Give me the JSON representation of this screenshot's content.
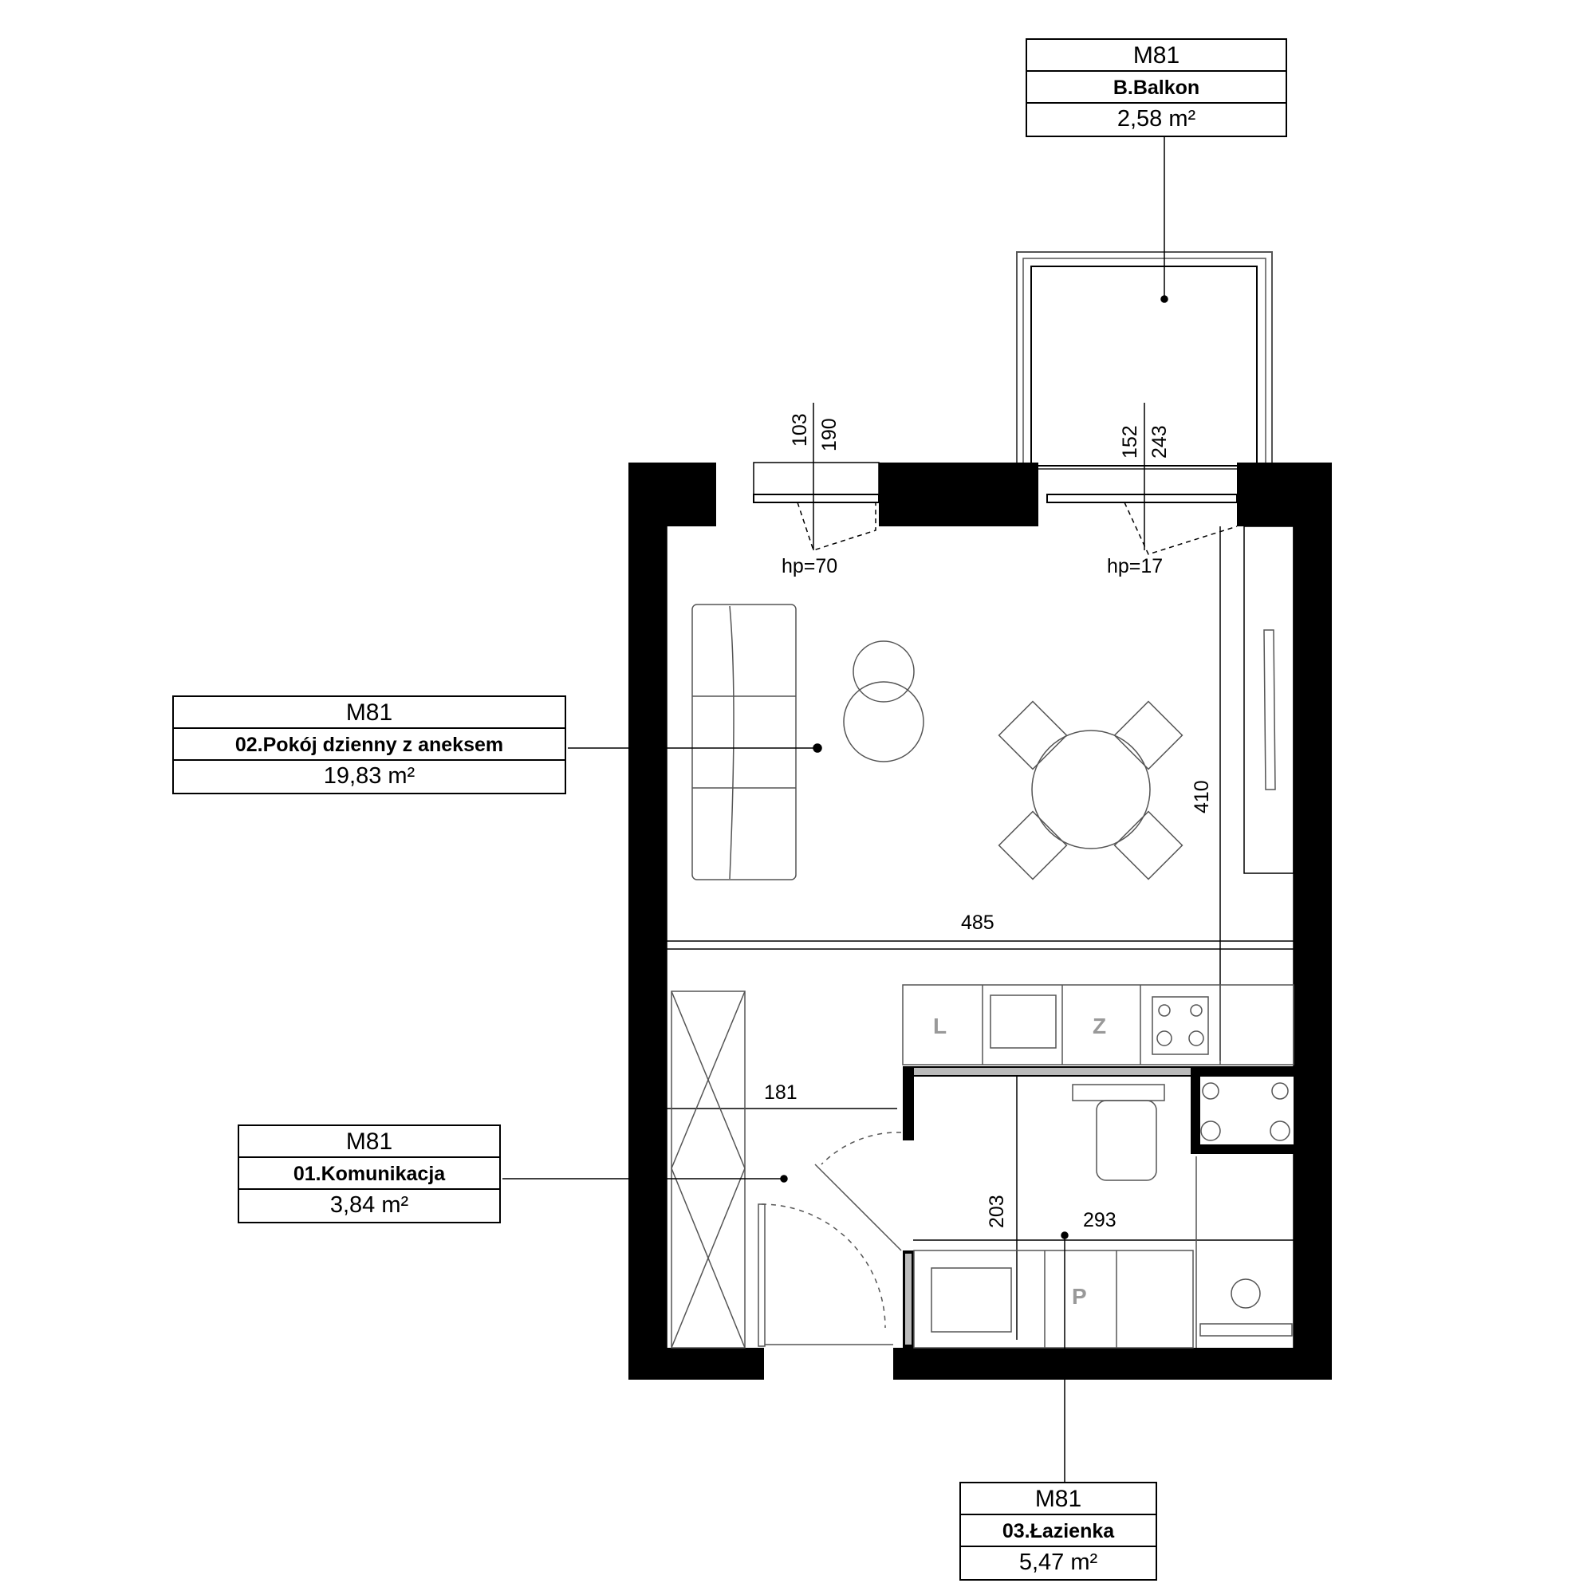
{
  "rooms": {
    "balkon": {
      "code": "M81",
      "name": "B.Balkon",
      "area": "2,58 m²"
    },
    "pokoj": {
      "code": "M81",
      "name": "02.Pokój dzienny z aneksem",
      "area": "19,83 m²"
    },
    "komunikacja": {
      "code": "M81",
      "name": "01.Komunikacja",
      "area": "3,84 m²"
    },
    "lazienka": {
      "code": "M81",
      "name": "03.Łazienka",
      "area": "5,47 m²"
    }
  },
  "windows": {
    "left": {
      "width": "103",
      "height": "190",
      "sill": "hp=70"
    },
    "right": {
      "width": "152",
      "height": "243",
      "sill": "hp=17"
    }
  },
  "dimensions": {
    "room_width": "485",
    "room_depth": "410",
    "hall_width": "181",
    "bath_depth": "203",
    "bath_width": "293"
  },
  "appliance_letters": {
    "dishwasher": "L",
    "fridge": "Z",
    "washer": "P"
  }
}
